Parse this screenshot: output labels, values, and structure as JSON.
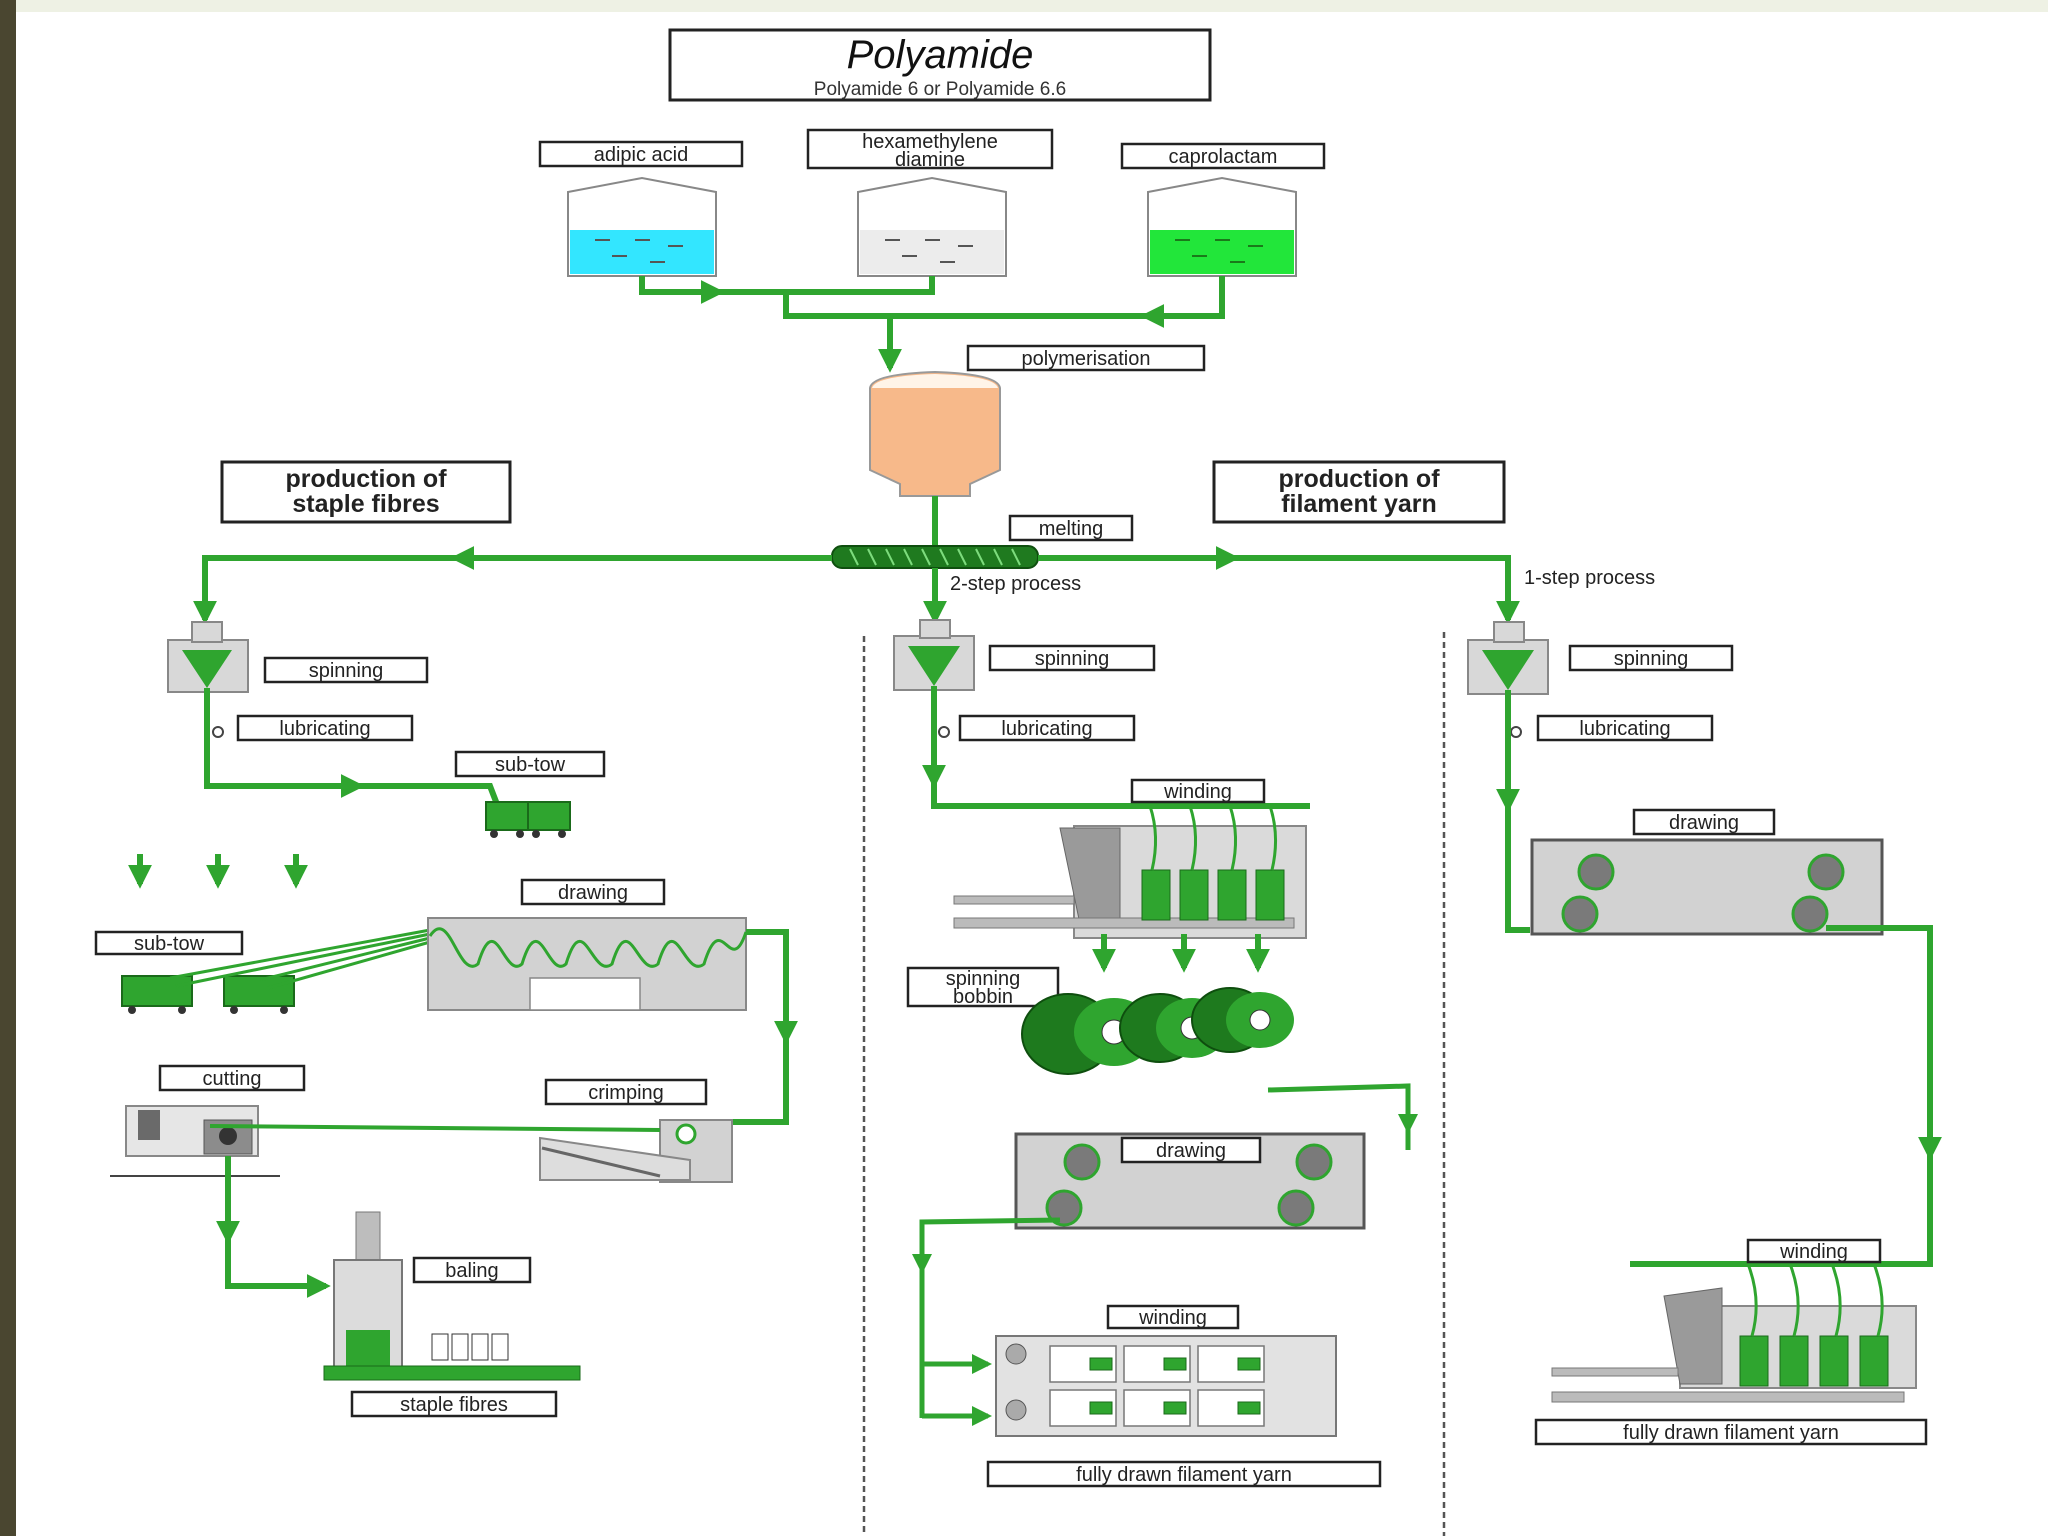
{
  "title": "Polyamide",
  "subtitle": "Polyamide 6 or Polyamide 6.6",
  "raw_materials": {
    "adipic": "adipic acid",
    "hexa_line1": "hexamethylene",
    "hexa_line2": "diamine",
    "capro": "caprolactam"
  },
  "polymerisation": "polymerisation",
  "melting": "melting",
  "staple": {
    "heading_line1": "production of",
    "heading_line2": "staple fibres",
    "spinning": "spinning",
    "lubricating": "lubricating",
    "subtow_a": "sub-tow",
    "subtow_b": "sub-tow",
    "drawing": "drawing",
    "crimping": "crimping",
    "cutting": "cutting",
    "baling": "baling",
    "output": "staple fibres"
  },
  "two_step": {
    "process": "2-step process",
    "spinning": "spinning",
    "lubricating": "lubricating",
    "winding1": "winding",
    "bobbin_line1": "spinning",
    "bobbin_line2": "bobbin",
    "drawing": "drawing",
    "winding2": "winding",
    "output": "fully drawn filament yarn"
  },
  "one_step": {
    "heading_line1": "production of",
    "heading_line2": "filament yarn",
    "process": "1-step process",
    "spinning": "spinning",
    "lubricating": "lubricating",
    "drawing": "drawing",
    "winding": "winding",
    "output": "fully drawn filament yarn"
  },
  "colors": {
    "flow": "#2fa52f",
    "adipic_liquid": "#33e6ff",
    "hexa_liquid": "#ececec",
    "capro_liquid": "#22e63a",
    "polymer": "#f7b98a",
    "frame": "#d2d2d2",
    "left_border": "#4a4630"
  }
}
